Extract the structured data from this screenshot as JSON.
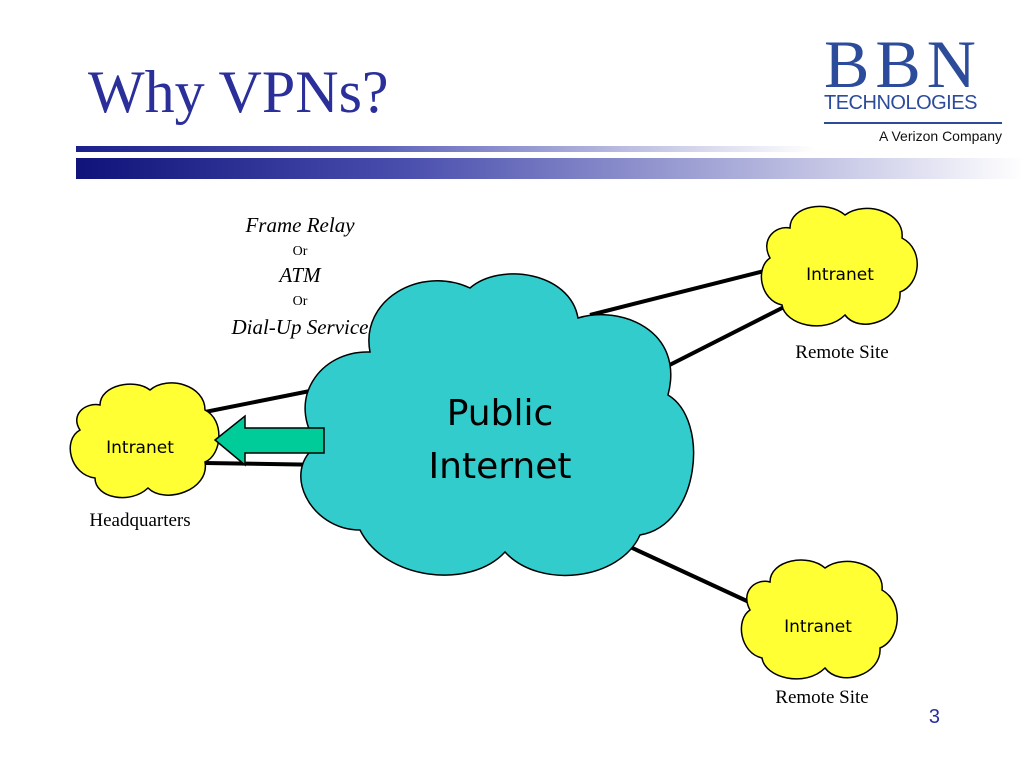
{
  "slide": {
    "title": "Why VPNs?",
    "page_number": "3"
  },
  "logo": {
    "letters": "BBN",
    "technologies": "TECHNOLOGIES",
    "tagline": "A Verizon Company"
  },
  "diagram": {
    "connection_options": [
      "Frame Relay",
      "Or",
      "ATM",
      "Or",
      "Dial-Up Service"
    ],
    "public_cloud_lines": [
      "Public",
      "Internet"
    ],
    "intranet_label": "Intranet",
    "headquarters_label": "Headquarters",
    "remote_site_label_top": "Remote Site",
    "remote_site_label_bottom": "Remote Site",
    "colors": {
      "internet_cloud": "#33cccc",
      "intranet_cloud": "#ffff33",
      "arrow": "#00cc99",
      "link": "#000000"
    }
  }
}
